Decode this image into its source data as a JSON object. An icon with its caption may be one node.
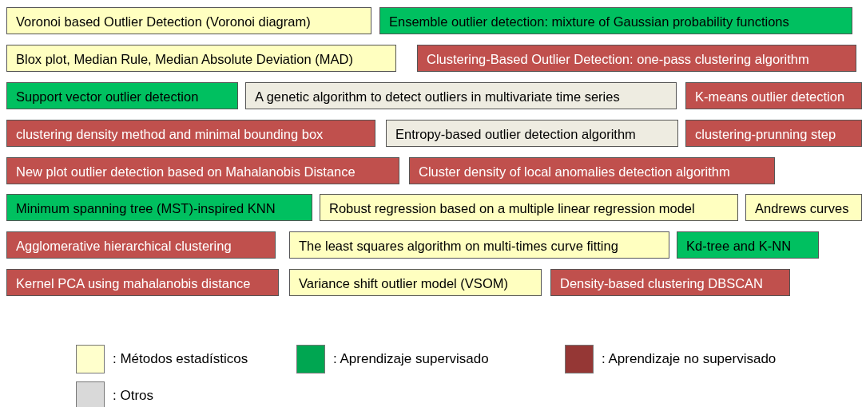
{
  "diagram": {
    "nodes": [
      {
        "text": [
          "Voronoi based Outlier Detection (Voronoi diagram)"
        ]
      },
      {
        "text": [
          "Ensemble outlier detection:  mixture of Gaussian probability functions"
        ]
      },
      {
        "text": [
          "Blox plot, Median Rule, Median Absolute Deviation (MAD)"
        ]
      },
      {
        "text": [
          "Clustering-Based Outlier Detection: one-pass clustering algorithm"
        ]
      },
      {
        "text": [
          "Support vector outlier detection"
        ]
      },
      {
        "text": [
          "A genetic algorithm to detect outliers in multivariate time series"
        ]
      },
      {
        "text": [
          "K-means outlier detection"
        ]
      },
      {
        "text": [
          "clustering  density method and minimal bounding box"
        ]
      },
      {
        "text": [
          "Entropy-based outlier detection algorithm"
        ]
      },
      {
        "text": [
          "clustering-prunning step"
        ]
      },
      {
        "text": [
          "New plot outlier detection based on Mahalanobis Distance"
        ]
      },
      {
        "text": [
          "Cluster density of local anomalies detection algorithm"
        ]
      },
      {
        "text": [
          "Minimum spanning tree (MST)-inspired KNN"
        ]
      },
      {
        "text": [
          "Robust regression based on a multiple linear regression model"
        ]
      },
      {
        "text": [
          "Andrews curves"
        ]
      },
      {
        "text": [
          "Agglomerative hierarchical clustering"
        ]
      },
      {
        "text": [
          "The least squares algorithm on multi-times curve fitting"
        ]
      },
      {
        "text": [
          "Kd-tree and K-NN"
        ]
      },
      {
        "text": [
          "Kernel PCA using mahalanobis distance"
        ]
      },
      {
        "text": [
          "Variance shift outlier model (VSOM)"
        ]
      },
      {
        "text": [
          "Density-based clustering DBSCAN"
        ]
      }
    ],
    "legend": [
      {
        "text": ": Métodos estadísticos",
        "color": "#ffffcc"
      },
      {
        "text": ": Aprendizaje supervisado",
        "color": "#00a651"
      },
      {
        "text": ": Aprendizaje no supervisado",
        "color": "#953735"
      },
      {
        "text": ": Otros",
        "color": "#d9d9d9"
      }
    ]
  }
}
